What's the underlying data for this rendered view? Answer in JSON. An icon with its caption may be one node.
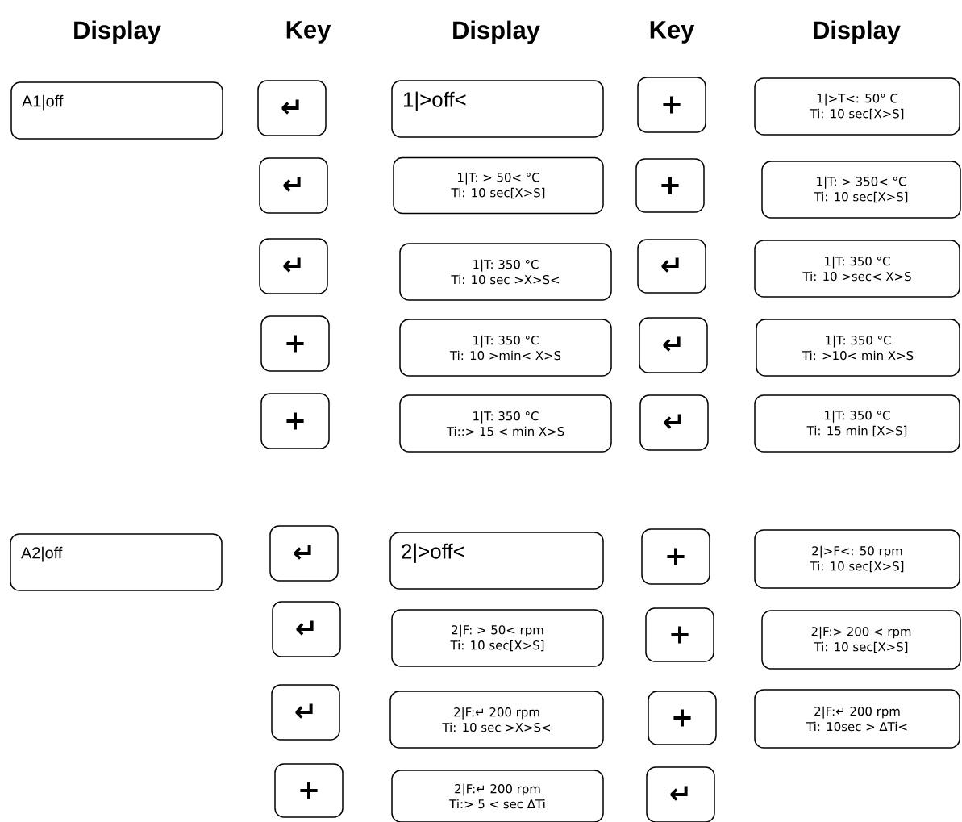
{
  "diagram": {
    "nodes": [
      {
        "text": [
          "A1|off"
        ]
      },
      {
        "text": [
          "↵"
        ]
      },
      {
        "text": [
          "1|>off<"
        ]
      },
      {
        "text": [
          "+"
        ]
      },
      {
        "text": [
          "1|>T<: 50° C",
          "Ti: 10 sec[X>S]"
        ]
      },
      {
        "text": [
          "↵"
        ]
      },
      {
        "text": [
          "1|T: > 50< °C",
          "Ti: 10 sec[X>S]"
        ]
      },
      {
        "text": [
          "+"
        ]
      },
      {
        "text": [
          "1|T: > 350< °C",
          "Ti: 10 sec[X>S]"
        ]
      },
      {
        "text": [
          "↵"
        ]
      },
      {
        "text": [
          "1|T: 350 °C",
          "Ti: 10 sec >X>S<"
        ]
      },
      {
        "text": [
          "↵"
        ]
      },
      {
        "text": [
          "1|T: 350 °C",
          "Ti: 10 >sec< X>S"
        ]
      },
      {
        "text": [
          "+"
        ]
      },
      {
        "text": [
          "1|T: 350 °C",
          "Ti: 10 >min< X>S"
        ]
      },
      {
        "text": [
          "↵"
        ]
      },
      {
        "text": [
          "1|T: 350 °C",
          "Ti: >10< min X>S"
        ]
      },
      {
        "text": [
          "+"
        ]
      },
      {
        "text": [
          "1|T: 350 °C",
          "Ti::> 15 < min X>S"
        ]
      },
      {
        "text": [
          "↵"
        ]
      },
      {
        "text": [
          "1|T: 350 °C",
          "Ti: 15 min [X>S]"
        ]
      },
      {
        "text": [
          "A2|off"
        ]
      },
      {
        "text": [
          "↵"
        ]
      },
      {
        "text": [
          "2|>off<"
        ]
      },
      {
        "text": [
          "+"
        ]
      },
      {
        "text": [
          "2|>F<: 50 rpm",
          "Ti: 10 sec[X>S]"
        ]
      },
      {
        "text": [
          "↵"
        ]
      },
      {
        "text": [
          "2|F: > 50< rpm",
          "Ti: 10 sec[X>S]"
        ]
      },
      {
        "text": [
          "+"
        ]
      },
      {
        "text": [
          "2|F:> 200 < rpm",
          "Ti: 10 sec[X>S]"
        ]
      },
      {
        "text": [
          "↵"
        ]
      },
      {
        "text": [
          "2|F:↵ 200 rpm",
          "Ti: 10 sec >X>S<"
        ]
      },
      {
        "text": [
          "+"
        ]
      },
      {
        "text": [
          "2|F:↵ 200 rpm",
          "Ti: 10sec > ΔTi<"
        ]
      },
      {
        "text": [
          "+"
        ]
      },
      {
        "text": [
          "2|F:↵ 200 rpm",
          "Ti:> 5 < sec ΔTi"
        ]
      },
      {
        "text": [
          "↵"
        ]
      }
    ],
    "edges": [],
    "labels": [
      "Display",
      "Key",
      "Display",
      "Key",
      "Display"
    ]
  }
}
